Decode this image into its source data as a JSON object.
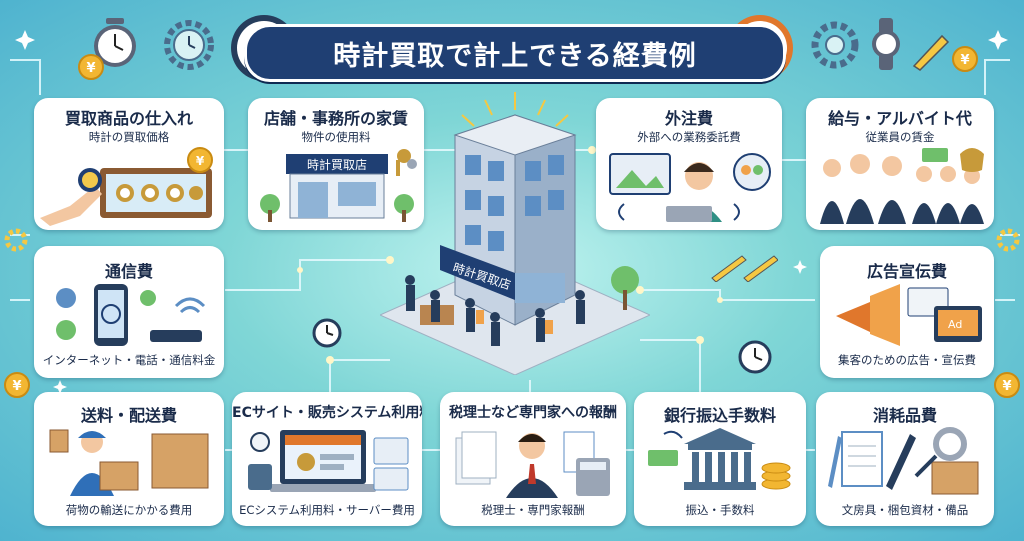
{
  "title": "時計買取で計上できる経費例",
  "cards": [
    {
      "title": "買取商品の仕入れ",
      "subtitle": "時計の買取価格"
    },
    {
      "title": "店舗・事務所の家賃",
      "subtitle": "物件の使用料",
      "sign": "時計買取店"
    },
    {
      "title": "外注費",
      "subtitle": "外部への業務委託費"
    },
    {
      "title": "給与・アルバイト代",
      "subtitle": "従業員の賃金"
    },
    {
      "title": "通信費",
      "subtitle": "インターネット・電話・通信料金"
    },
    {
      "title": "広告宣伝費",
      "subtitle": "集客のための広告・宣伝費",
      "ad_label": "Ad"
    },
    {
      "title": "送料・配送費",
      "subtitle": "荷物の輸送にかかる費用"
    },
    {
      "title": "ECサイト・販売システム利用料",
      "subtitle": "ECシステム利用料・サーバー費用"
    },
    {
      "title": "税理士など専門家への報酬",
      "subtitle": "税理士・専門家報酬"
    },
    {
      "title": "銀行振込手数料",
      "subtitle": "振込・手数料"
    },
    {
      "title": "消耗品費",
      "subtitle": "文房具・梱包資材・備品"
    }
  ],
  "center": {
    "store_sign": "時計買取店"
  },
  "icons": {
    "yen": "¥",
    "accent": "#1f3f73",
    "gold": "#f2b632"
  }
}
